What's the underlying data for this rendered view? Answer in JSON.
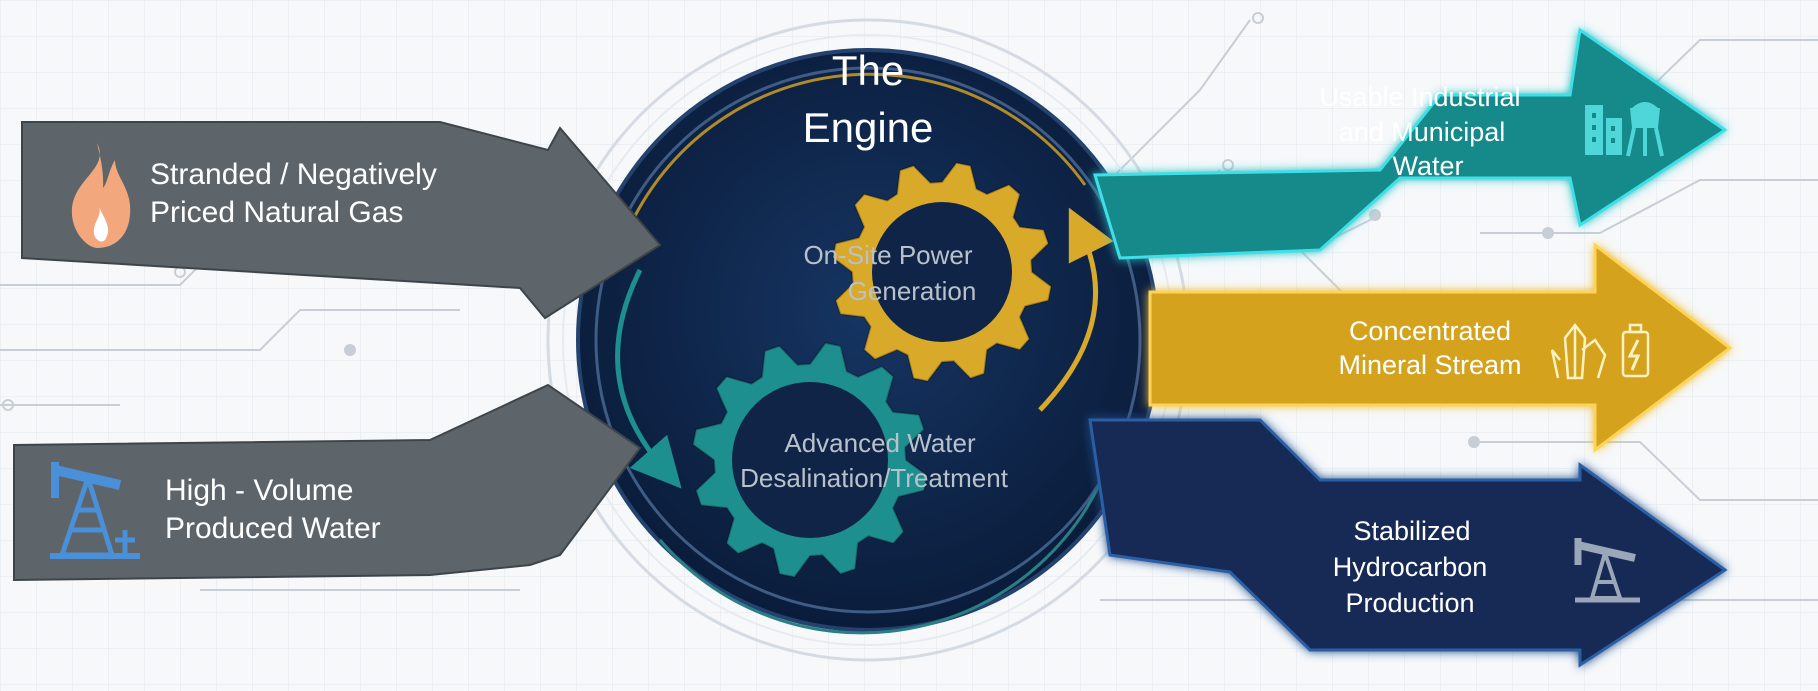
{
  "engine": {
    "title_line1": "The",
    "title_line2": "Engine",
    "power_gear_line1": "On-Site Power",
    "power_gear_line2": "Generation",
    "water_gear_line1": "Advanced Water",
    "water_gear_line2": "Desalination/Treatment"
  },
  "inputs": [
    {
      "line1": "Stranded / Negatively",
      "line2": "Priced Natural Gas",
      "icon": "flame-icon"
    },
    {
      "line1": "High - Volume",
      "line2": "Produced Water",
      "icon": "pumpjack-icon"
    }
  ],
  "outputs": [
    {
      "lines": [
        "Usable Industrial",
        "and Municipal",
        "Water"
      ],
      "icon": "city-water-tower-icon"
    },
    {
      "lines": [
        "Concentrated",
        "Mineral Stream"
      ],
      "icon": "crystal-battery-icon"
    },
    {
      "lines": [
        "Stabilized",
        "Hydrocarbon",
        "Production"
      ],
      "icon": "pumpjack-icon"
    }
  ],
  "colors": {
    "engine_navy": "#0f2447",
    "input_gray": "#5d656b",
    "teal": "#138a8a",
    "gold": "#d4a21e",
    "navy_arrow": "#122a55",
    "gear_gold": "#d9a92a",
    "gear_teal": "#1e8f8f",
    "flame": "#f3a77c",
    "pump_blue": "#4a90d9"
  }
}
